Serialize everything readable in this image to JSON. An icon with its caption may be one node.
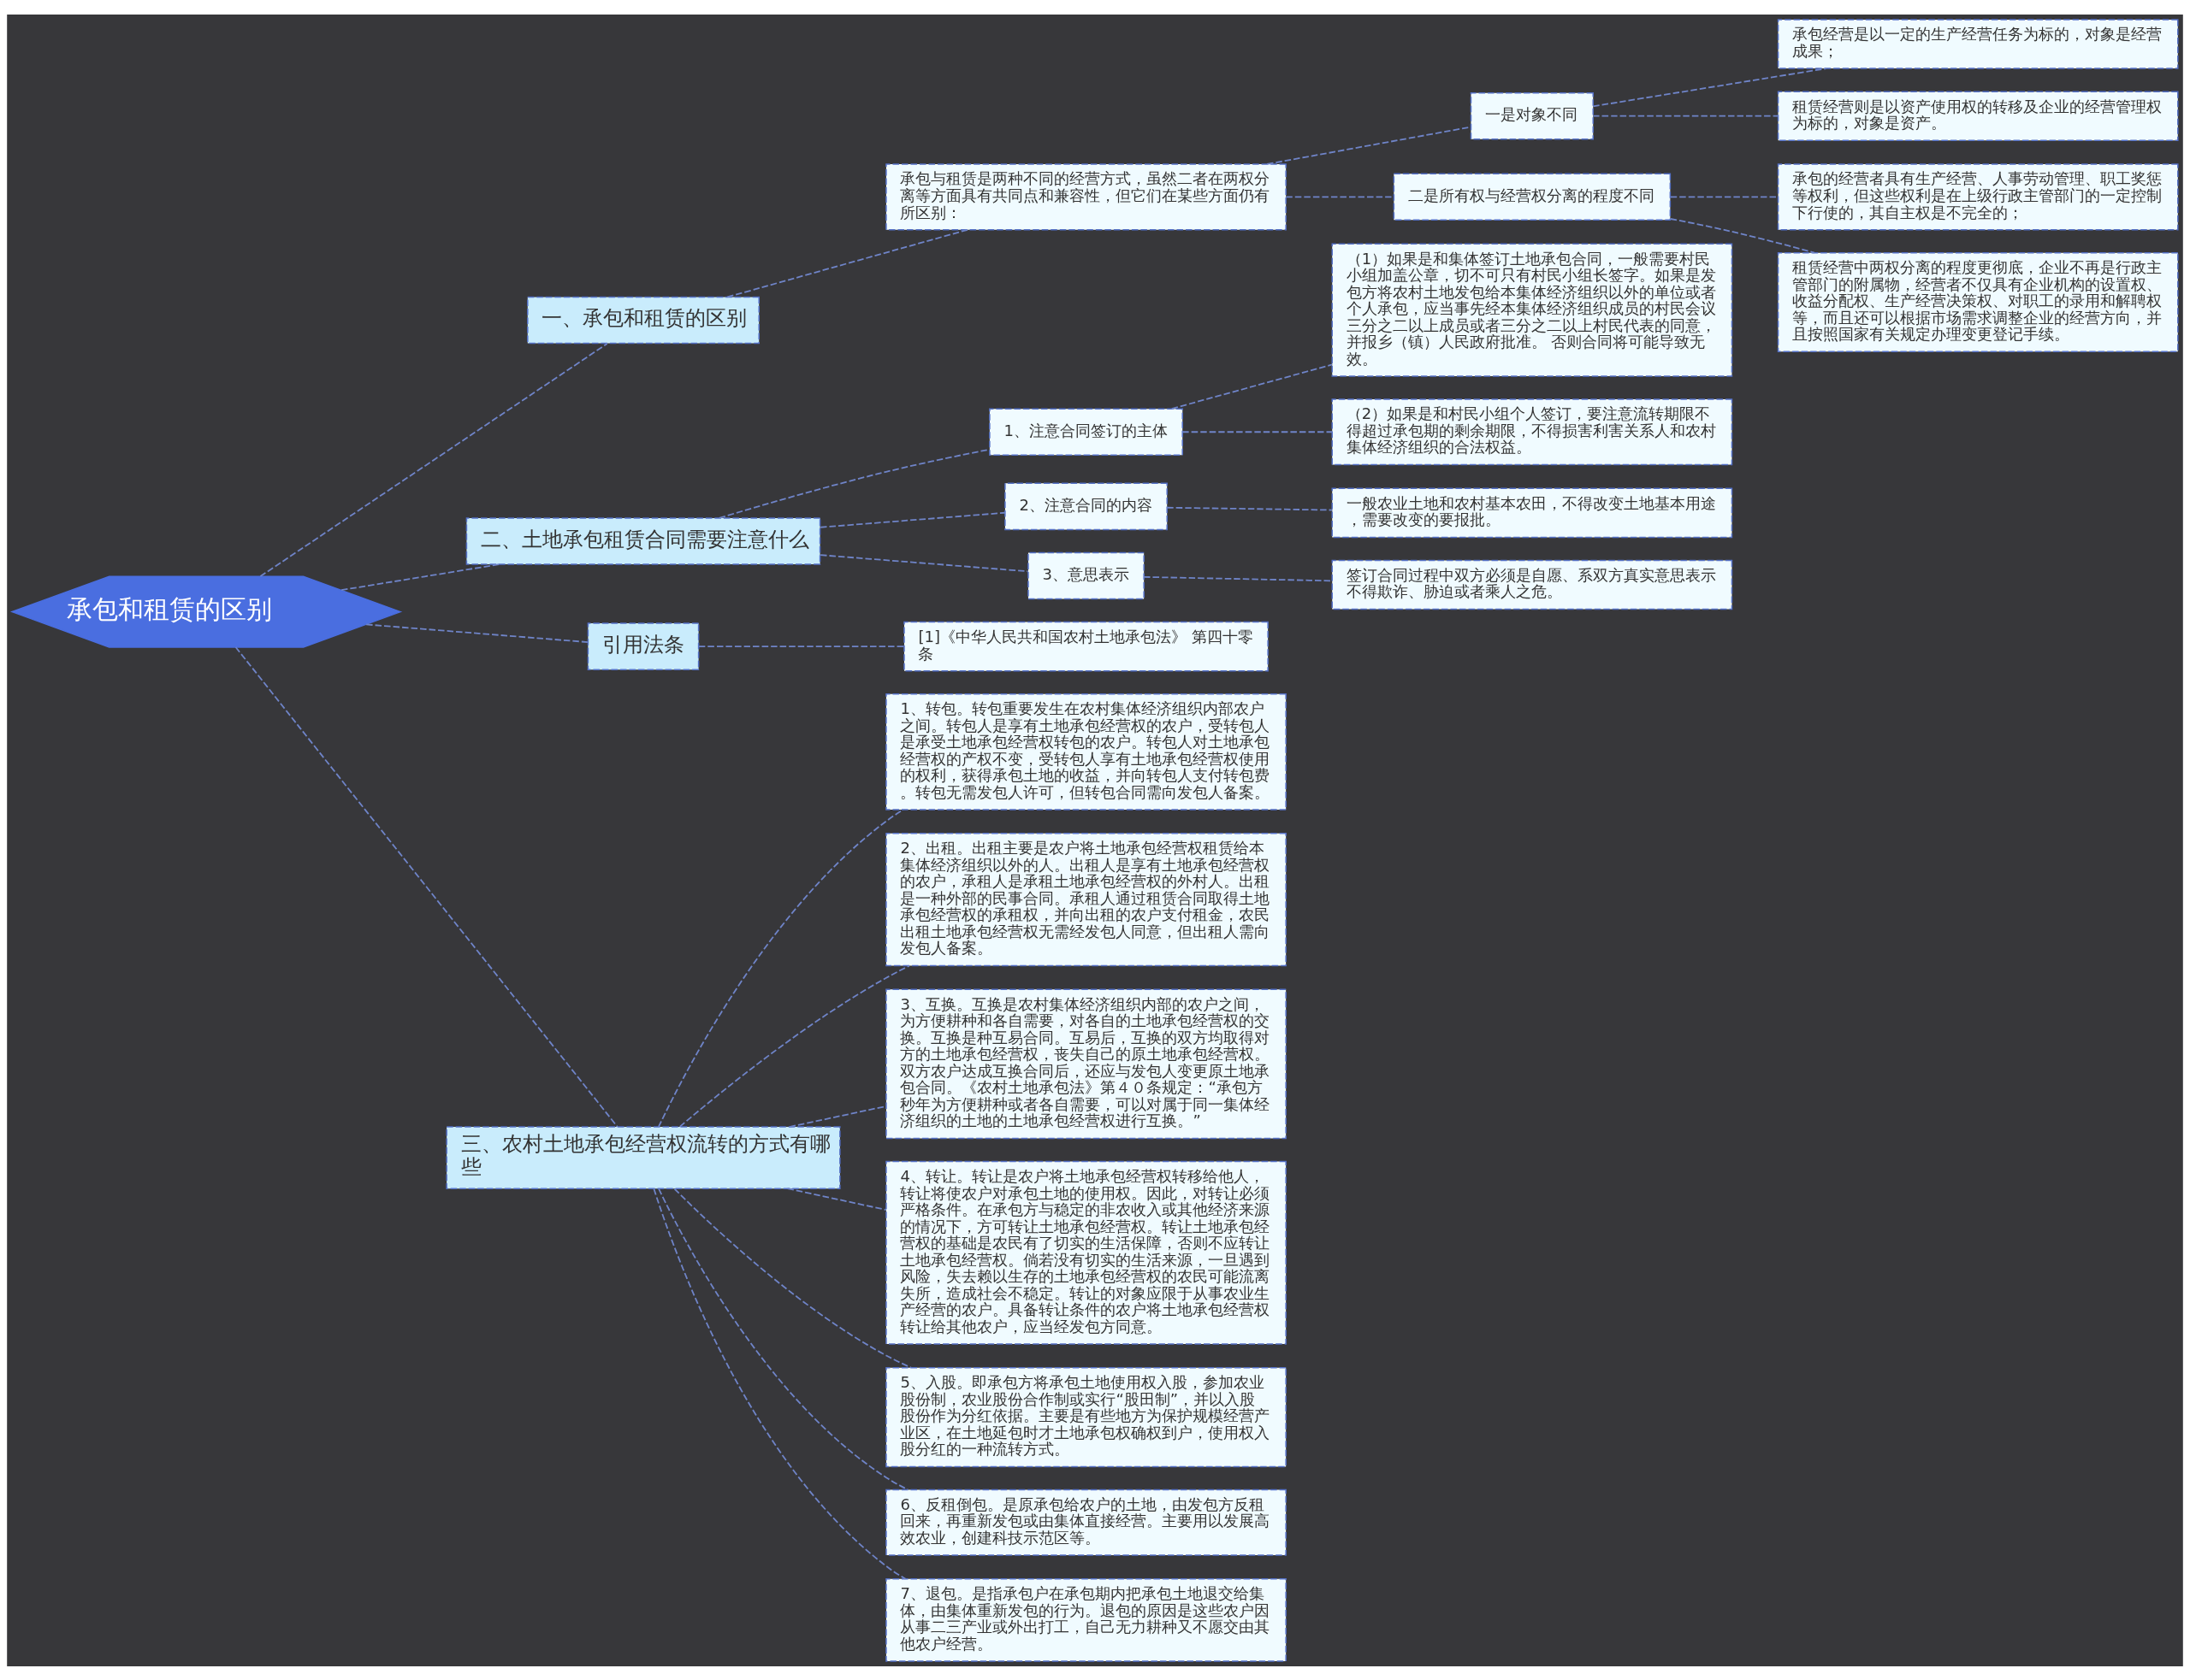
{
  "diagram": {
    "nodes": [
      {
        "text": [
          "承包和租赁的区别"
        ]
      },
      {
        "text": [
          "一、承包和租赁的区别"
        ]
      },
      {
        "text": [
          "承包与租赁是两种不同的经营方式，虽然二者在两权分离等方面具有共同点和兼容性，但它们在某些方面仍有所区别："
        ]
      },
      {
        "text": [
          "一是对象不同"
        ]
      },
      {
        "text": [
          "承包经营是以一定的生产经营任务为标的，对象是经营成果；"
        ]
      },
      {
        "text": [
          "租赁经营则是以资产使用权的转移及企业的经营管理权为标的，对象是资产。"
        ]
      },
      {
        "text": [
          "二是所有权与经营权分离的程度不同"
        ]
      },
      {
        "text": [
          "承包的经营者具有生产经营、人事劳动管理、职工奖惩等权利，但这些权利是在上级行政主管部门的一定控制下行使的，其自主权是不完全的；"
        ]
      },
      {
        "text": [
          "租赁经营中两权分离的程度更彻底，企业不再是行政主管部门的附属物，经营者不仅具有企业机构的设置权、收益分配权、生产经营决策权、对职工的录用和解聘权等，而且还可以根据市场需求调整企业的经营方向，并且按照国家有关规定办理变更登记手续。"
        ]
      },
      {
        "text": [
          "二、土地承包租赁合同需要注意什么"
        ]
      },
      {
        "text": [
          "1、注意合同签订的主体"
        ]
      },
      {
        "text": [
          "（1）如果是和集体签订土地承包合同，一般需要村民小组加盖公章，切不可只有村民小组长签字。如果是发包方将农村土地发包给本集体经济组织以外的单位或者个人承包，应当事先经本集体经济组织成员的村民会议三分之二以上成员或者三分之二以上村民代表的同意，并报乡（镇）人民政府批准。 否则合同将可能导致无效。"
        ]
      },
      {
        "text": [
          "（2）如果是和村民小组个人签订，要注意流转期限不得超过承包期的剩余期限，不得损害利害关系人和农村集体经济组织的合法权益。"
        ]
      },
      {
        "text": [
          "2、注意合同的内容"
        ]
      },
      {
        "text": [
          "一般农业土地和农村基本农田，不得改变土地基本用途，需要改变的要报批。"
        ]
      },
      {
        "text": [
          "3、意思表示"
        ]
      },
      {
        "text": [
          "签订合同过程中双方必须是自愿、系双方真实意思表示不得欺诈、胁迫或者乘人之危。"
        ]
      },
      {
        "text": [
          "引用法条"
        ]
      },
      {
        "text": [
          "[1]《中华人民共和国农村土地承包法》 第四十零条"
        ]
      },
      {
        "text": [
          "三、农村土地承包经营权流转的方式有哪些"
        ]
      },
      {
        "text": [
          "1、转包。转包重要发生在农村集体经济组织内部农户之间。转包人是享有土地承包经营权的农户，受转包人是承受土地承包经营权转包的农户。转包人对土地承包经营权的产权不变，受转包人享有土地承包经营权使用的权利，获得承包土地的收益，并向转包人支付转包费。转包无需发包人许可，但转包合同需向发包人备案。"
        ]
      },
      {
        "text": [
          "2、出租。出租主要是农户将土地承包经营权租赁给本集体经济组织以外的人。出租人是享有土地承包经营权的农户，承租人是承租土地承包经营权的外村人。出租是一种外部的民事合同。承租人通过租赁合同取得土地承包经营权的承租权，并向出租的农户支付租金，农民出租土地承包经营权无需经发包人同意，但出租人需向发包人备案。"
        ]
      },
      {
        "text": [
          "3、互换。互换是农村集体经济组织内部的农户之间，为方便耕种和各自需要，对各自的土地承包经营权的交换。互换是种互易合同。互易后，互换的双方均取得对方的土地承包经营权，丧失自己的原土地承包经营权。双方农户达成互换合同后，还应与发包人变更原土地承包合同。《农村土地承包法》第４０条规定：“承包方秒年为方便耕种或者各自需要，可以对属于同一集体经济组织的土地的土地承包经营权进行互换。”"
        ]
      },
      {
        "text": [
          "4、转让。转让是农户将土地承包经营权转移给他人，转让将使农户对承包土地的使用权。因此，对转让必须严格条件。在承包方与稳定的非农收入或其他经济来源的情况下，方可转让土地承包经营权。转让土地承包经营权的基础是农民有了切实的生活保障，否则不应转让土地承包经营权。倘若没有切实的生活来源，一旦遇到风险，失去赖以生存的土地承包经营权的农民可能流离失所，造成社会不稳定。转让的对象应限于从事农业生产经营的农户。具备转让条件的农户将土地承包经营权转让给其他农户，应当经发包方同意。"
        ]
      },
      {
        "text": [
          "5、入股。即承包方将承包土地使用权入股，参加农业股份制，农业股份合作制或实行“股田制”，并以入股股份作为分红依据。主要是有些地方为保护规模经营产业区，在土地延包时才土地承包权确权到户，使用权入股分红的一种流转方式。"
        ]
      },
      {
        "text": [
          "6、反租倒包。是原承包给农户的土地，由发包方反租回来，再重新发包或由集体直接经营。主要用以发展高效农业，创建科技示范区等。"
        ]
      },
      {
        "text": [
          "7、退包。是指承包户在承包期内把承包土地退交给集体，由集体重新发包的行为。退包的原因是这些农户因从事二三产业或外出打工，自己无力耕种又不愿交由其他农户经营。"
        ]
      }
    ],
    "edges": [
      {
        "from": 0,
        "to": 1,
        "arrow": "none",
        "style": "dashed"
      },
      {
        "from": 1,
        "to": 2,
        "arrow": "none",
        "style": "dashed"
      },
      {
        "from": 2,
        "to": 3,
        "arrow": "none",
        "style": "dashed"
      },
      {
        "from": 3,
        "to": 4,
        "arrow": "none",
        "style": "dashed"
      },
      {
        "from": 3,
        "to": 5,
        "arrow": "none",
        "style": "dashed"
      },
      {
        "from": 2,
        "to": 6,
        "arrow": "none",
        "style": "dashed"
      },
      {
        "from": 6,
        "to": 7,
        "arrow": "none",
        "style": "dashed"
      },
      {
        "from": 6,
        "to": 8,
        "arrow": "none",
        "style": "dashed"
      },
      {
        "from": 0,
        "to": 9,
        "arrow": "none",
        "style": "dashed"
      },
      {
        "from": 9,
        "to": 10,
        "arrow": "none",
        "style": "dashed"
      },
      {
        "from": 10,
        "to": 11,
        "arrow": "none",
        "style": "dashed"
      },
      {
        "from": 10,
        "to": 12,
        "arrow": "none",
        "style": "dashed"
      },
      {
        "from": 9,
        "to": 13,
        "arrow": "none",
        "style": "dashed"
      },
      {
        "from": 13,
        "to": 14,
        "arrow": "none",
        "style": "dashed"
      },
      {
        "from": 9,
        "to": 15,
        "arrow": "none",
        "style": "dashed"
      },
      {
        "from": 15,
        "to": 16,
        "arrow": "none",
        "style": "dashed"
      },
      {
        "from": 0,
        "to": 17,
        "arrow": "none",
        "style": "dashed"
      },
      {
        "from": 17,
        "to": 18,
        "arrow": "none",
        "style": "dashed"
      },
      {
        "from": 0,
        "to": 19,
        "arrow": "none",
        "style": "dashed"
      },
      {
        "from": 19,
        "to": 20,
        "arrow": "none",
        "style": "dashed"
      },
      {
        "from": 19,
        "to": 21,
        "arrow": "none",
        "style": "dashed"
      },
      {
        "from": 19,
        "to": 22,
        "arrow": "none",
        "style": "dashed"
      },
      {
        "from": 19,
        "to": 23,
        "arrow": "none",
        "style": "dashed"
      },
      {
        "from": 19,
        "to": 24,
        "arrow": "none",
        "style": "dashed"
      },
      {
        "from": 19,
        "to": 25,
        "arrow": "none",
        "style": "dashed"
      },
      {
        "from": 19,
        "to": 26,
        "arrow": "none",
        "style": "dashed"
      }
    ]
  }
}
